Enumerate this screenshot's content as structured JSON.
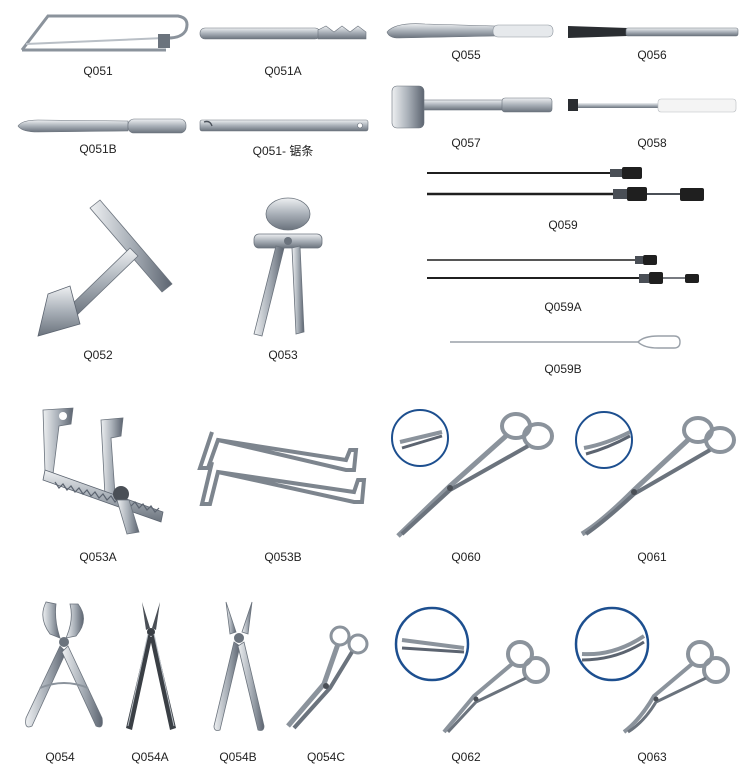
{
  "colors": {
    "steel_light": "#d9dde2",
    "steel_mid": "#a9b0b8",
    "steel_dark": "#5c6470",
    "handle_white": "#f4f4f4",
    "black_part": "#1f1f1f",
    "inset_ring": "#1d4f8f"
  },
  "catalog": {
    "items": [
      {
        "code": "Q051",
        "icon": "hacksaw-icon"
      },
      {
        "code": "Q051A",
        "icon": "serrated-blade-icon"
      },
      {
        "code": "Q055",
        "icon": "knife-icon"
      },
      {
        "code": "Q056",
        "icon": "chisel-icon"
      },
      {
        "code": "Q051B",
        "icon": "osteotome-icon"
      },
      {
        "code": "Q051- 锯条",
        "icon": "saw-blade-icon"
      },
      {
        "code": "Q057",
        "icon": "mallet-icon"
      },
      {
        "code": "Q058",
        "icon": "gouge-icon"
      },
      {
        "code": "Q059",
        "icon": "wire-passer-icon"
      },
      {
        "code": "Q052",
        "icon": "t-handle-icon"
      },
      {
        "code": "Q053",
        "icon": "pliers-icon"
      },
      {
        "code": "Q059A",
        "icon": "wire-passer-icon"
      },
      {
        "code": "Q059B",
        "icon": "probe-icon"
      },
      {
        "code": "Q053A",
        "icon": "retractor-icon"
      },
      {
        "code": "Q053B",
        "icon": "hook-retractor-icon"
      },
      {
        "code": "Q060",
        "icon": "scissors-icon"
      },
      {
        "code": "Q061",
        "icon": "scissors-icon"
      },
      {
        "code": "Q054",
        "icon": "bone-cutter-icon"
      },
      {
        "code": "Q054A",
        "icon": "nipper-icon"
      },
      {
        "code": "Q054B",
        "icon": "bone-cutter-icon"
      },
      {
        "code": "Q054C",
        "icon": "bandage-scissors-icon"
      },
      {
        "code": "Q062",
        "icon": "scissors-icon"
      },
      {
        "code": "Q063",
        "icon": "scissors-icon"
      }
    ]
  }
}
